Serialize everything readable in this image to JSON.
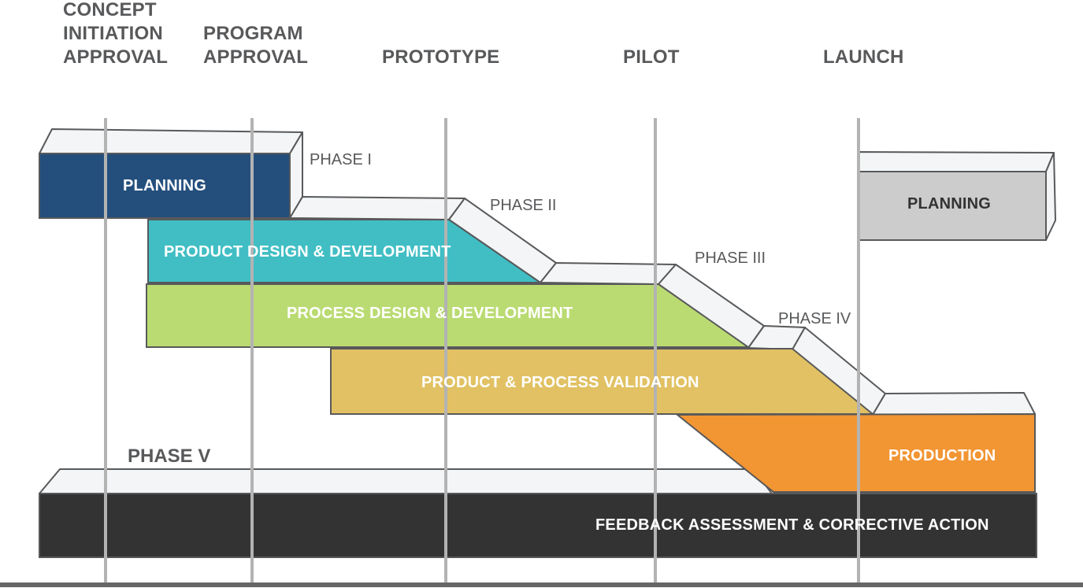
{
  "milestones": [
    {
      "id": "concept",
      "lines": [
        "CONCEPT",
        "INITIATION",
        "APPROVAL"
      ]
    },
    {
      "id": "program",
      "lines": [
        "PROGRAM",
        "APPROVAL"
      ]
    },
    {
      "id": "prototype",
      "lines": [
        "PROTOTYPE"
      ]
    },
    {
      "id": "pilot",
      "lines": [
        "PILOT"
      ]
    },
    {
      "id": "launch",
      "lines": [
        "LAUNCH"
      ]
    }
  ],
  "phases": {
    "phase1": "PHASE I",
    "phase2": "PHASE II",
    "phase3": "PHASE III",
    "phase4": "PHASE IV",
    "phase5": "PHASE V"
  },
  "blocks": {
    "planning": "PLANNING",
    "product_design": "PRODUCT DESIGN & DEVELOPMENT",
    "process_design": "PROCESS DESIGN & DEVELOPMENT",
    "validation": "PRODUCT & PROCESS VALIDATION",
    "production": "PRODUCTION",
    "feedback": "FEEDBACK ASSESSMENT & CORRECTIVE ACTION",
    "planning_next": "PLANNING"
  },
  "colors": {
    "planning": "#244f7d",
    "product_design": "#40bec4",
    "process_design": "#badb72",
    "validation": "#e1c163",
    "production": "#f29533",
    "feedback": "#333333",
    "planning_next": "#cccccc",
    "step_top": "#f4f5f6",
    "outline": "#58595b",
    "milestone_line": "#b3b3b3",
    "baseline": "#666666"
  }
}
